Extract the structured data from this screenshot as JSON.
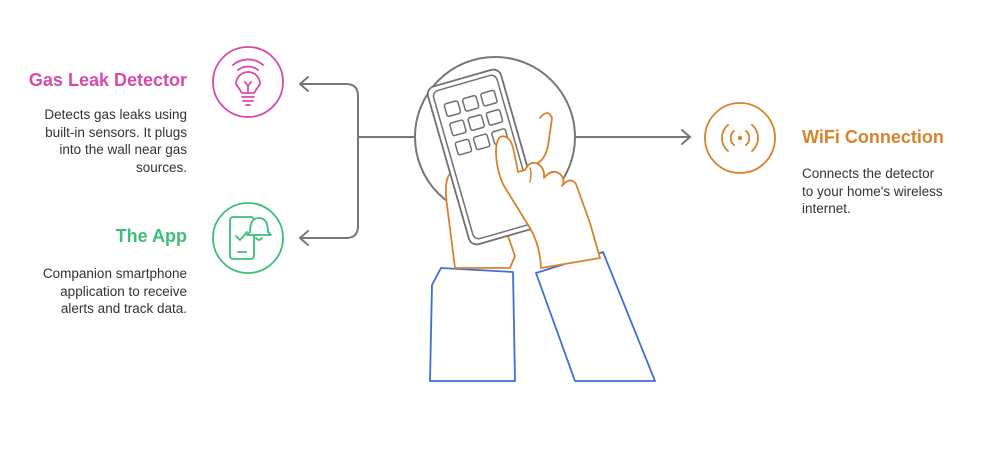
{
  "colors": {
    "gas_leak": "#d94aa8",
    "app": "#3dbf7a",
    "wifi": "#d9822b",
    "hand": "#d9822b",
    "sleeve": "#3d6fd6",
    "device": "#707070",
    "connector": "#777777"
  },
  "icons": {
    "gas_leak": "gas-sensor-bulb-icon",
    "app": "phone-notification-bell-icon",
    "wifi": "wireless-signal-icon",
    "center": "hand-holding-keypad-illustration"
  },
  "nodes": {
    "gas_leak": {
      "title": "Gas Leak Detector",
      "description_lines": [
        "Detects gas leaks using",
        "built-in sensors. It plugs",
        "into the wall near gas",
        "sources."
      ]
    },
    "app": {
      "title": "The App",
      "description_lines": [
        "Companion smartphone",
        "application to receive",
        "alerts and track data."
      ]
    },
    "wifi": {
      "title": "WiFi Connection",
      "description_lines": [
        "Connects the detector",
        "to your home's wireless",
        "internet."
      ]
    }
  }
}
